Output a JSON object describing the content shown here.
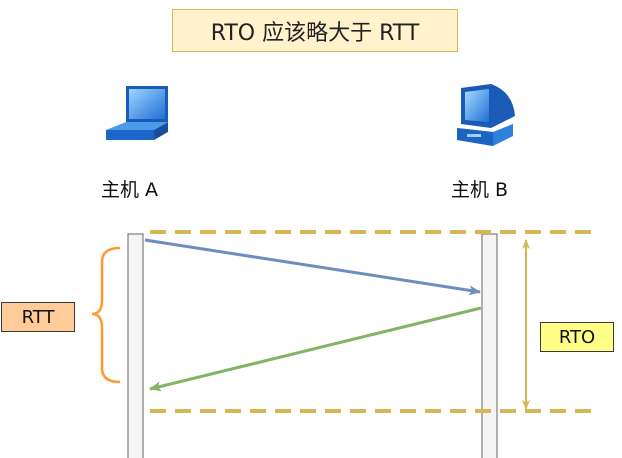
{
  "title": "RTO 应该略大于 RTT",
  "host_a": {
    "label": "主机 A",
    "icon": "laptop-icon"
  },
  "host_b": {
    "label": "主机 B",
    "icon": "desktop-computer-icon"
  },
  "rtt_label": "RTT",
  "rto_label": "RTO",
  "colors": {
    "title_fill": "#fff2cc",
    "title_border": "#d6b656",
    "timeout_line": "#d6b656",
    "send_arrow": "#6c8ebf",
    "ack_arrow": "#82b366",
    "rtt_brace": "#ff9933",
    "rto_arrow": "#d6b656"
  }
}
